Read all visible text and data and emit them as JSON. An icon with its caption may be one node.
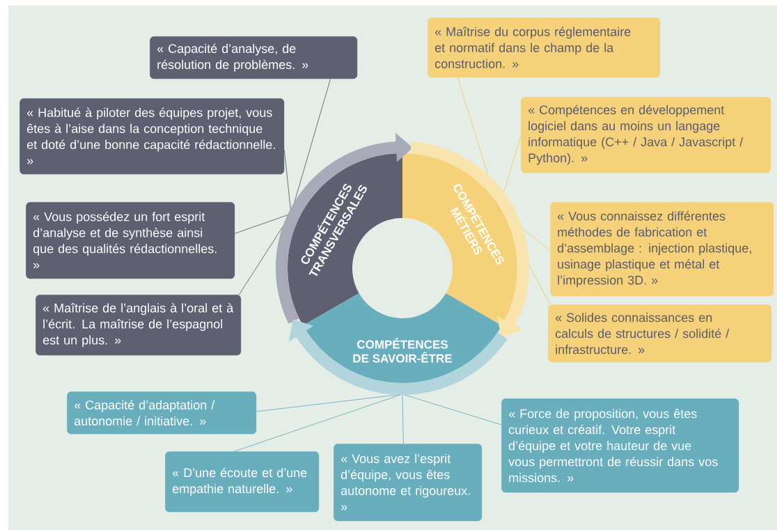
{
  "diagram": {
    "nodes": [
      {
        "text": [
          "COMPÉTENCES TRANSVERSALES"
        ]
      },
      {
        "text": [
          "COMPÉTENCES MÉTIERS"
        ]
      },
      {
        "text": [
          "COMPÉTENCES DE SAVOIR-ÊTRE"
        ]
      },
      {
        "text": [
          "« Capacité d’analyse, de résolution de problèmes. »"
        ]
      },
      {
        "text": [
          "« Habitué à piloter des équipes projet, vous êtes à l’aise dans la conception technique et doté d’une bonne capacité rédactionnelle. »"
        ]
      },
      {
        "text": [
          "« Vous possédez un fort esprit d’analyse et de synthèse ainsi que des qualités rédactionnelles. »"
        ]
      },
      {
        "text": [
          "« Maîtrise de l’anglais à l’oral et à l’écrit. La maîtrise de l’espagnol est un plus. »"
        ]
      },
      {
        "text": [
          "« Maîtrise du corpus réglementaire et normatif dans le champ de la construction. »"
        ]
      },
      {
        "text": [
          "« Compétences en développement logiciel dans au moins un langage informatique (C++ / Java / Javascript / Python). »"
        ]
      },
      {
        "text": [
          "« Vous connaissez différentes méthodes de fabrication et d’assemblage : injection plastique, usinage plastique et métal et l’impression 3D. »"
        ]
      },
      {
        "text": [
          "« Solides connaissances en calculs de structures / solidité / infrastructure. »"
        ]
      },
      {
        "text": [
          "« Capacité d’adaptation / autonomie / initiative. »"
        ]
      },
      {
        "text": [
          "« D’une écoute et d’une empathie naturelle. »"
        ]
      },
      {
        "text": [
          "« Vous avez l’esprit d’équipe, vous êtes autonome et rigoureux. »"
        ]
      },
      {
        "text": [
          "« Force de proposition, vous êtes curieux et créatif. Votre esprit d’équipe et votre hauteur de vue vous permettront de réussir dans vos missions. »"
        ]
      }
    ],
    "edges": [
      {
        "from": 3,
        "to": 0,
        "arrow": "none",
        "color": "#5f5f72"
      },
      {
        "from": 4,
        "to": 0,
        "arrow": "none",
        "color": "#5f5f72"
      },
      {
        "from": 5,
        "to": 0,
        "arrow": "none",
        "color": "#5f5f72"
      },
      {
        "from": 6,
        "to": 0,
        "arrow": "none",
        "color": "#5f5f72"
      },
      {
        "from": 7,
        "to": 1,
        "arrow": "none",
        "color": "#f2c95e"
      },
      {
        "from": 8,
        "to": 1,
        "arrow": "none",
        "color": "#f2c95e"
      },
      {
        "from": 9,
        "to": 1,
        "arrow": "none",
        "color": "#f2c95e"
      },
      {
        "from": 10,
        "to": 1,
        "arrow": "none",
        "color": "#f2c95e"
      },
      {
        "from": 11,
        "to": 2,
        "arrow": "none"
      },
      {
        "from": 12,
        "to": 2,
        "arrow": "none"
      },
      {
        "from": 13,
        "to": 2,
        "arrow": "none"
      },
      {
        "from": 14,
        "to": 2,
        "arrow": "none"
      },
      {
        "from": 0,
        "to": 1,
        "arrow": "to",
        "style": "thick",
        "color": "#a9aab8"
      },
      {
        "from": 1,
        "to": 2,
        "arrow": "to",
        "style": "thick",
        "color": "#f9e4ae"
      },
      {
        "from": 2,
        "to": 0,
        "arrow": "to",
        "style": "thick",
        "color": "#b2d4dc"
      }
    ]
  }
}
